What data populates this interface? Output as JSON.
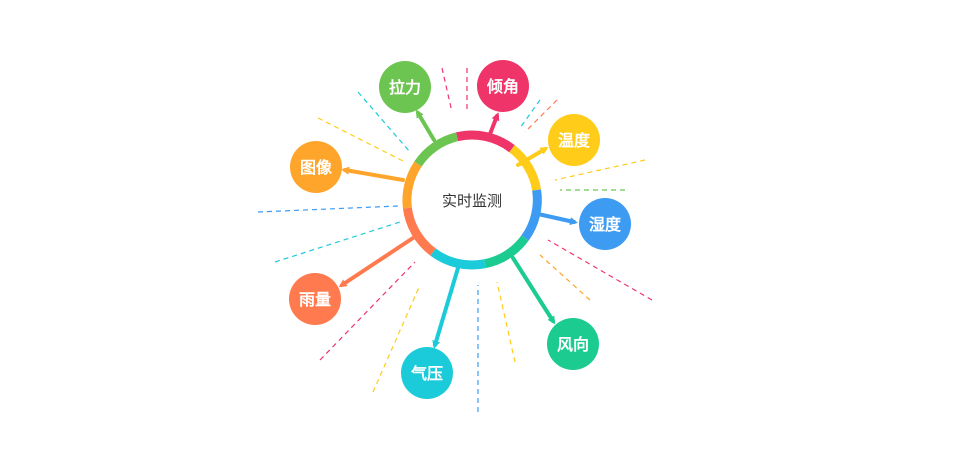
{
  "center": {
    "label": "实时监测"
  },
  "nodes": [
    {
      "id": "tilt",
      "label": "倾角",
      "color": "#ee3468"
    },
    {
      "id": "temperature",
      "label": "温度",
      "color": "#ffcc1a"
    },
    {
      "id": "humidity",
      "label": "湿度",
      "color": "#3d9bf2"
    },
    {
      "id": "wind-direction",
      "label": "风向",
      "color": "#1ccb8f"
    },
    {
      "id": "air-pressure",
      "label": "气压",
      "color": "#1ccbd9"
    },
    {
      "id": "rainfall",
      "label": "雨量",
      "color": "#ff7a4f"
    },
    {
      "id": "image",
      "label": "图像",
      "color": "#ffa52b"
    },
    {
      "id": "tension",
      "label": "拉力",
      "color": "#6cc551"
    }
  ]
}
